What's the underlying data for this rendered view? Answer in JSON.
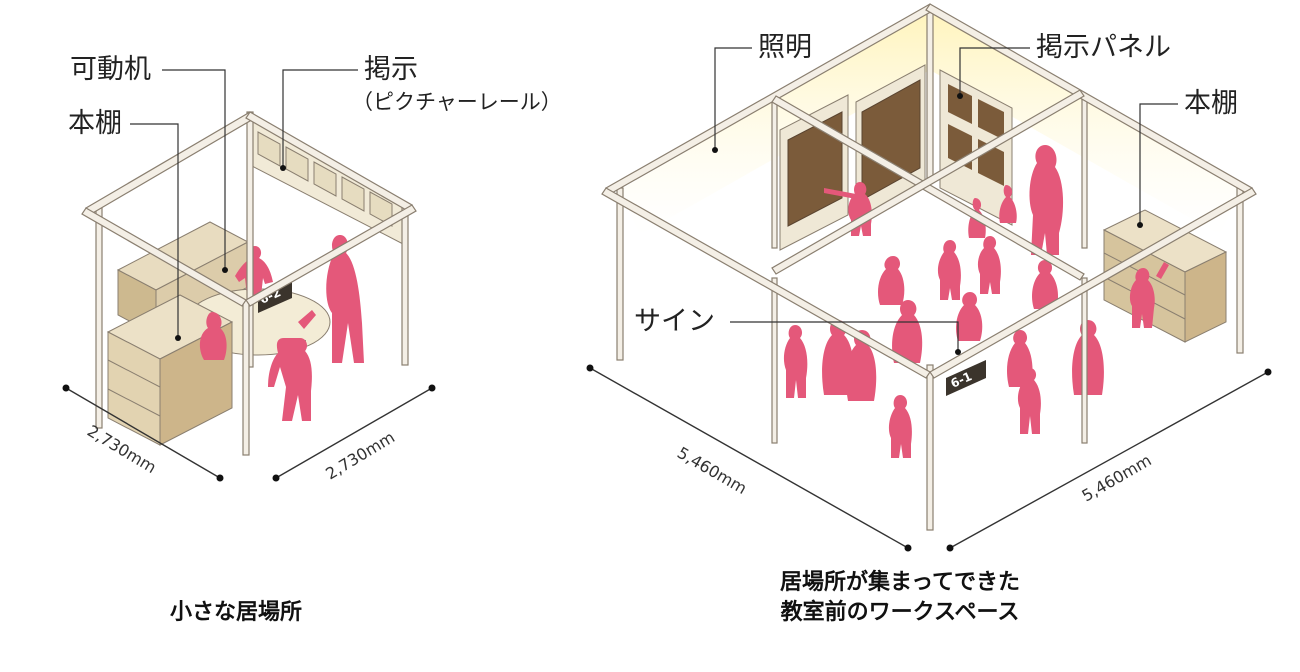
{
  "left": {
    "labels": {
      "desk": "可動机",
      "shelf": "本棚",
      "display": "掲示",
      "display_sub": "（ピクチャーレール）"
    },
    "sign": "6-2",
    "dim_left": "2,730mm",
    "dim_right": "2,730mm",
    "caption": "小さな居場所"
  },
  "right": {
    "labels": {
      "light": "照明",
      "panel": "掲示パネル",
      "shelf": "本棚",
      "sign_label": "サイン"
    },
    "sign": "6-1",
    "dim_left": "5,460mm",
    "dim_right": "5,460mm",
    "caption_line1": "居場所が集まってできた",
    "caption_line2": "教室前のワークスペース"
  },
  "colors": {
    "people": "#e4587a",
    "frame": "#f4efe6",
    "frame_edge": "#8a7f70",
    "shelf": "#d9c9a8",
    "board": "#8a6a45",
    "light": "#fff6c9",
    "sign": "#3b342c"
  }
}
